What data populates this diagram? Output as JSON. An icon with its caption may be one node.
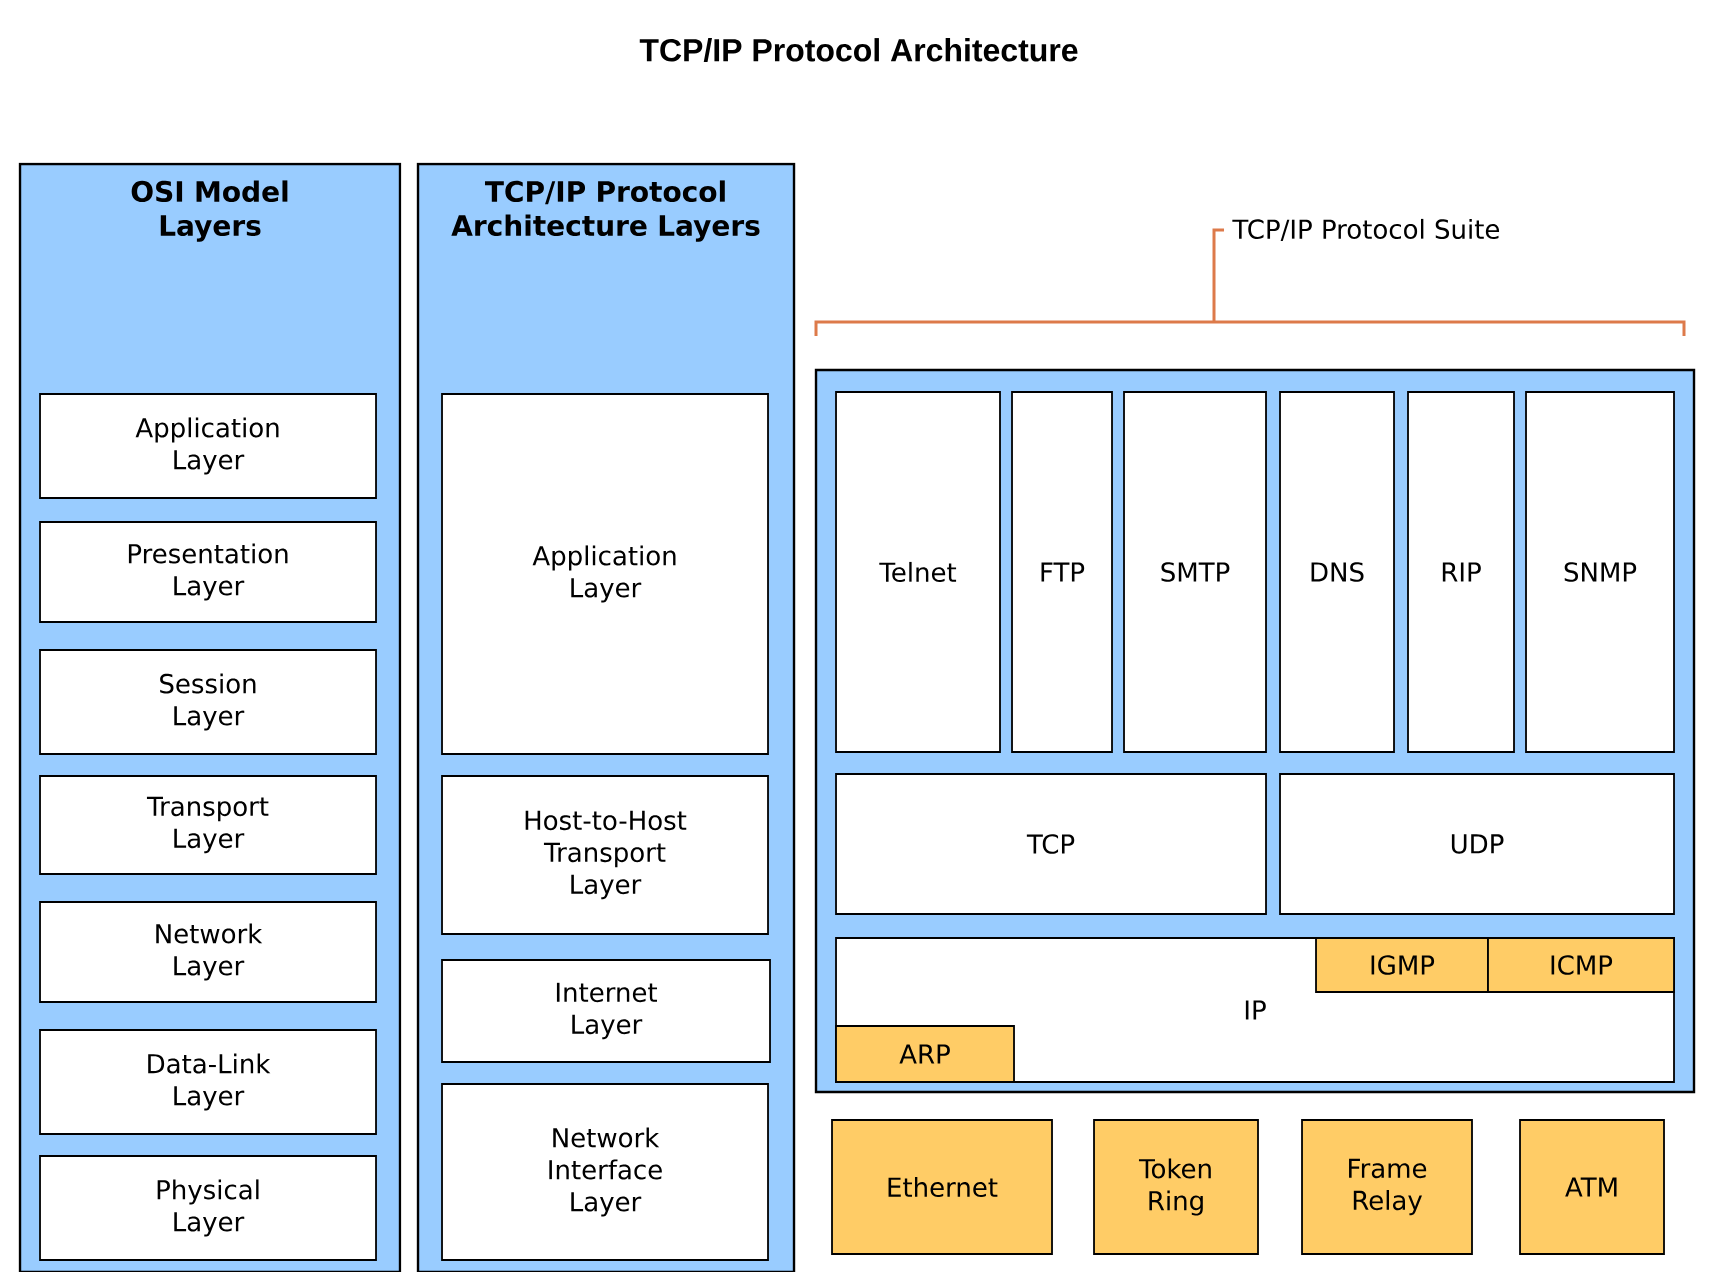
{
  "diagram": {
    "title": "TCP/IP Protocol Architecture",
    "nodes": [
      {
        "text": [
          "OSI Model Layers"
        ]
      },
      {
        "text": [
          "Application Layer"
        ],
        "in": 0
      },
      {
        "text": [
          "Presentation Layer"
        ],
        "in": 0
      },
      {
        "text": [
          "Session Layer"
        ],
        "in": 0
      },
      {
        "text": [
          "Transport Layer"
        ],
        "in": 0
      },
      {
        "text": [
          "Network Layer"
        ],
        "in": 0
      },
      {
        "text": [
          "Data-Link Layer"
        ],
        "in": 0
      },
      {
        "text": [
          "Physical Layer"
        ],
        "in": 0
      },
      {
        "text": [
          "TCP/IP Protocol Architecture Layers"
        ]
      },
      {
        "text": [
          "Application Layer"
        ],
        "in": 8
      },
      {
        "text": [
          "Host-to-Host Transport Layer"
        ],
        "in": 8
      },
      {
        "text": [
          "Internet Layer"
        ],
        "in": 8
      },
      {
        "text": [
          "Network Interface Layer"
        ],
        "in": 8
      },
      {
        "text": [],
        "shape": "box"
      },
      {
        "text": [
          "Telnet"
        ],
        "in": 13
      },
      {
        "text": [
          "FTP"
        ],
        "in": 13
      },
      {
        "text": [
          "SMTP"
        ],
        "in": 13
      },
      {
        "text": [
          "DNS"
        ],
        "in": 13
      },
      {
        "text": [
          "RIP"
        ],
        "in": 13
      },
      {
        "text": [
          "SNMP"
        ],
        "in": 13
      },
      {
        "text": [
          "TCP"
        ],
        "in": 13
      },
      {
        "text": [
          "UDP"
        ],
        "in": 13
      },
      {
        "text": [
          "IP"
        ],
        "in": 13
      },
      {
        "text": [
          "IGMP"
        ],
        "in": 22
      },
      {
        "text": [
          "ICMP"
        ],
        "in": 22
      },
      {
        "text": [
          "ARP"
        ],
        "in": 22
      },
      {
        "text": [
          "Ethernet"
        ]
      },
      {
        "text": [
          "Token Ring"
        ]
      },
      {
        "text": [
          "Frame Relay"
        ]
      },
      {
        "text": [
          "ATM"
        ]
      }
    ],
    "labels": [
      "TCP/IP Protocol Suite"
    ]
  }
}
